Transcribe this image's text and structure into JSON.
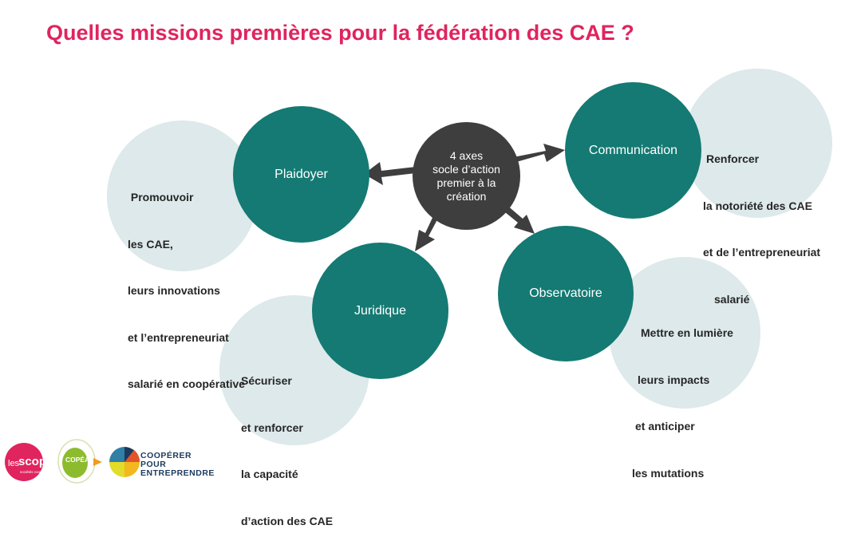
{
  "title": "Quelles missions premières pour la fédération des CAE ?",
  "center": {
    "lines": [
      "4 axes",
      "socle d’action",
      "premier à la",
      "création"
    ]
  },
  "axes": [
    {
      "name": "Plaidoyer",
      "description": [
        " Promouvoir",
        "les CAE,",
        "leurs innovations",
        "et l’entrepreneuriat",
        "salarié en coopérative"
      ]
    },
    {
      "name": "Communication",
      "description": [
        "Renforcer",
        "la notoriété des CAE",
        "et de l’entrepreneuriat",
        "salarié"
      ]
    },
    {
      "name": "Juridique",
      "description": [
        "Sécuriser",
        "et renforcer",
        "la capacité",
        "d’action des CAE"
      ]
    },
    {
      "name": "Observatoire",
      "description": [
        "Mettre en lumière",
        "leurs impacts",
        "et anticiper",
        "les mutations"
      ]
    }
  ],
  "logos": {
    "scop_main": "scop",
    "scop_prefix": "les",
    "scop_sub": "sociétés coopératives",
    "copea": "COPÉA",
    "brand_lines": [
      "COOPÉRER",
      "POUR",
      "ENTREPRENDRE"
    ]
  },
  "colors": {
    "title": "#e0245e",
    "teal": "#147a73",
    "pale": "#dde9ea",
    "center": "#3e3e3e"
  }
}
